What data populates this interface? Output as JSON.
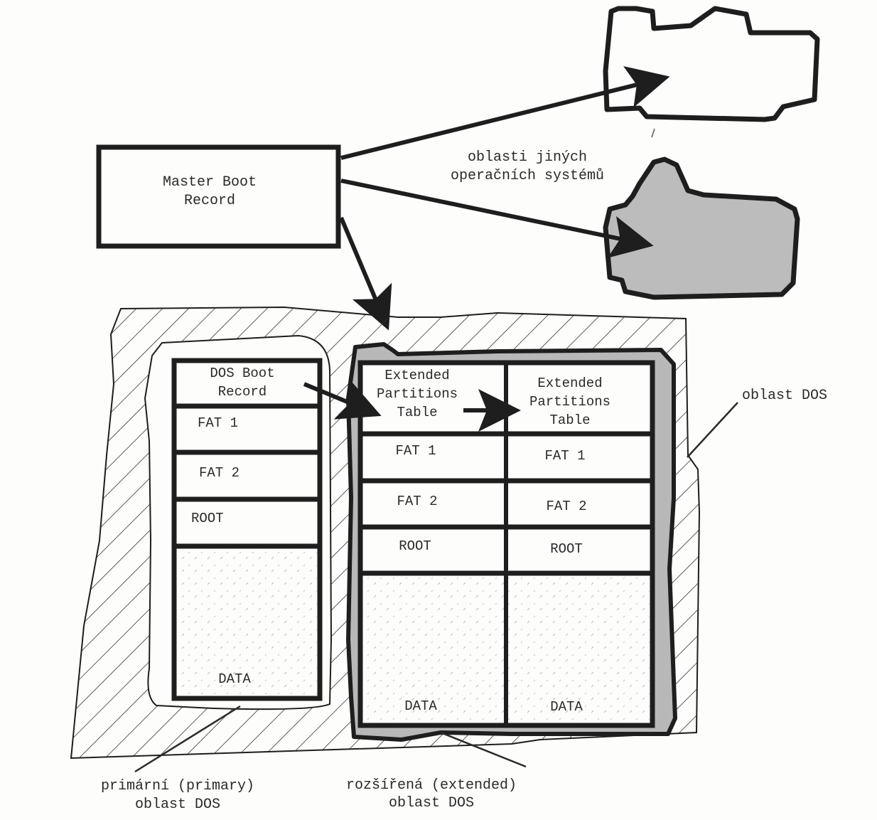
{
  "diagram": {
    "mbr": {
      "line1": "Master Boot",
      "line2": "Record"
    },
    "other_os": {
      "line1": "oblasti jiných",
      "line2": "operačních systémů"
    },
    "dos_area_label": "oblast DOS",
    "primary": {
      "cells": {
        "boot_line1": "DOS Boot",
        "boot_line2": "Record",
        "fat1": "FAT 1",
        "fat2": "FAT 2",
        "root": "ROOT",
        "data": "DATA"
      },
      "caption_line1": "primární (primary)",
      "caption_line2": "oblast DOS"
    },
    "extended": {
      "col1": {
        "ept_line1": "Extended",
        "ept_line2": "Partitions",
        "ept_line3": "Table",
        "fat1": "FAT 1",
        "fat2": "FAT 2",
        "root": "ROOT",
        "data": "DATA"
      },
      "col2": {
        "ept_line1": "Extended",
        "ept_line2": "Partitions",
        "ept_line3": "Table",
        "fat1": "FAT 1",
        "fat2": "FAT 2",
        "root": "ROOT",
        "data": "DATA"
      },
      "caption_line1": "rozšířená (extended)",
      "caption_line2": "oblast DOS"
    },
    "colors": {
      "ink": "#1e1e1e",
      "gray_fill": "#b8b8b8",
      "paper": "#fdfdfb"
    }
  }
}
